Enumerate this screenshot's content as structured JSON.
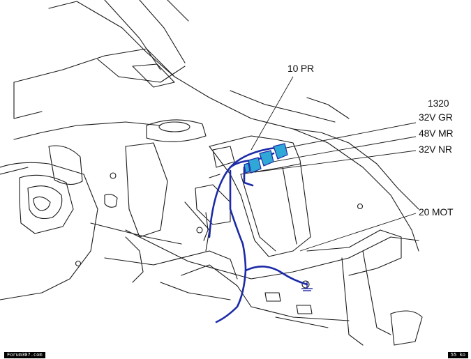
{
  "diagram": {
    "labels": {
      "pr10": "10 PR",
      "ref1320": "1320",
      "gr32v": "32V GR",
      "mr48v": "48V MR",
      "nr32v": "32V NR",
      "mot20": "20 MOT"
    },
    "colors": {
      "line_art": "#1a1a1a",
      "harness": "#1b2aa6",
      "connector": "#2fa8d8",
      "background": "#ffffff"
    }
  },
  "footer": {
    "site": "Forum307.com",
    "size": "55 ko"
  }
}
